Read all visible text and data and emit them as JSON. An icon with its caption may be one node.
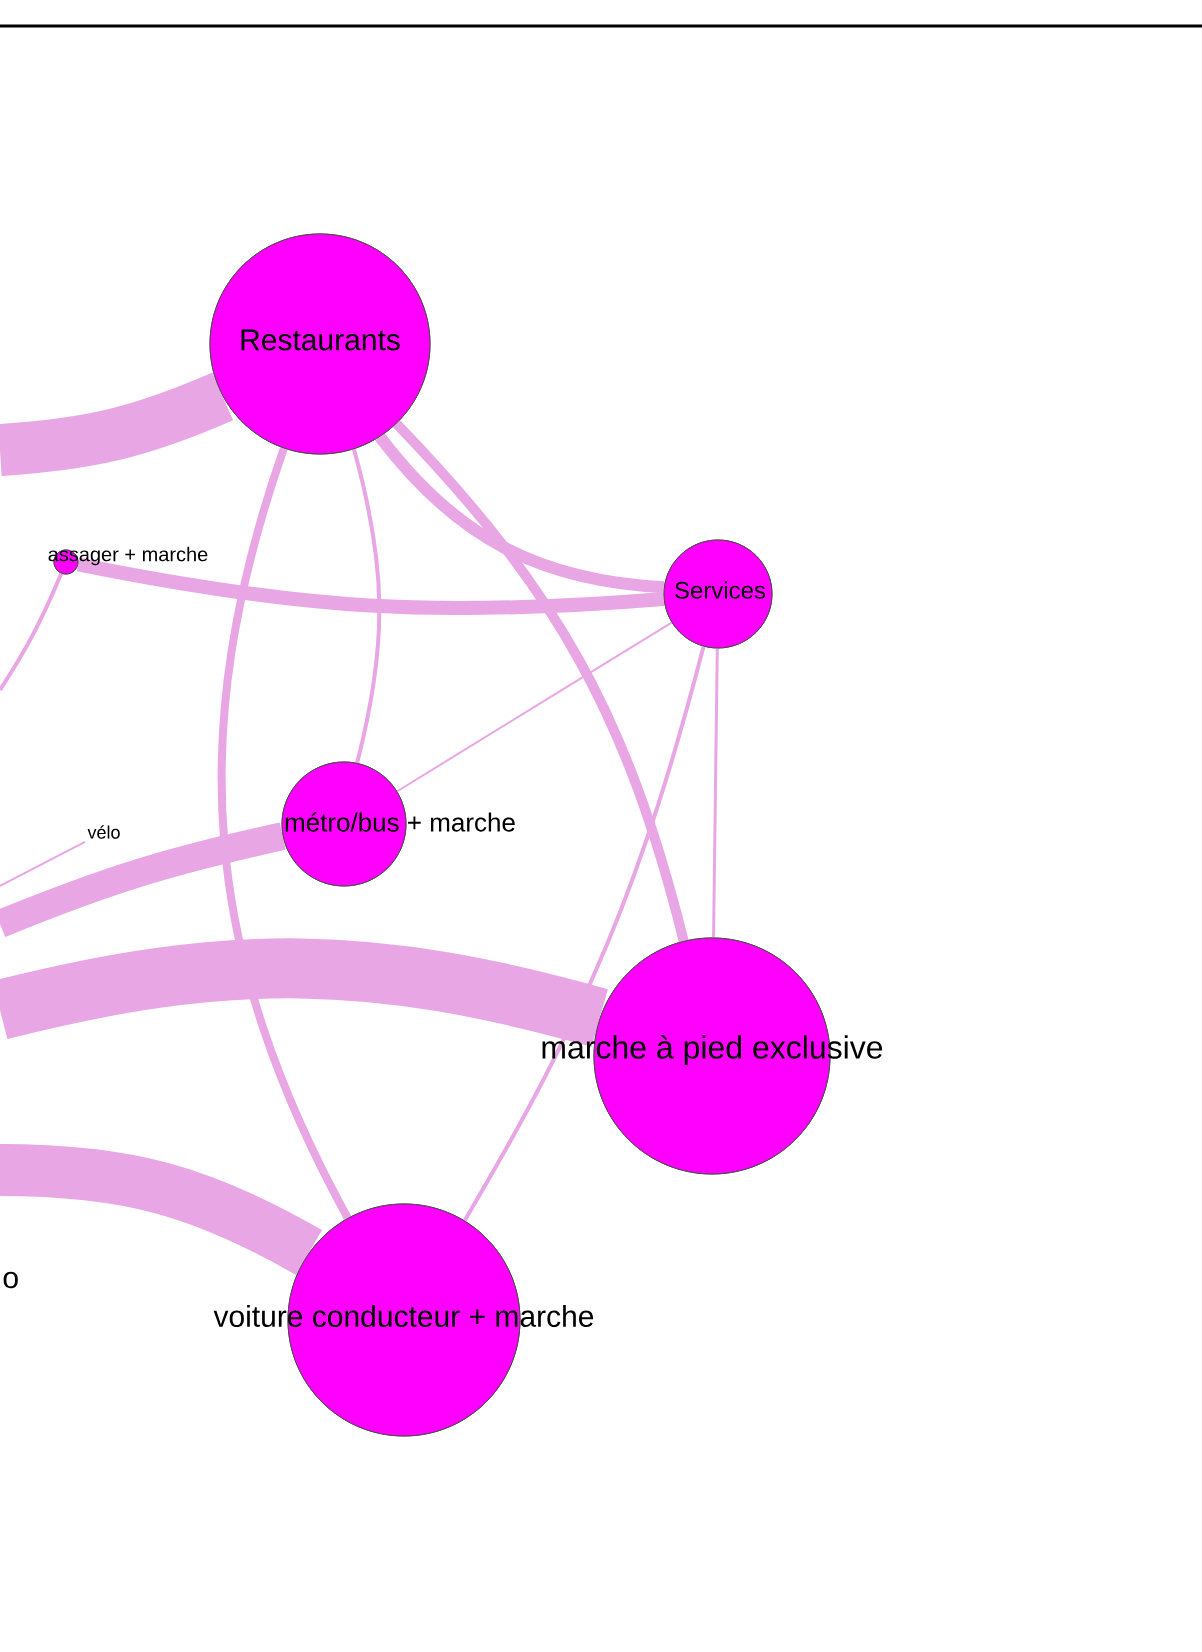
{
  "diagram": {
    "nodes": [
      {
        "text": [
          "Restaurants"
        ]
      },
      {
        "text": [
          "assager + marche"
        ]
      },
      {
        "text": [
          "Services"
        ]
      },
      {
        "text": [
          "vélo"
        ]
      },
      {
        "text": [
          "métro/bus + marche"
        ]
      },
      {
        "text": [
          "marche à pied exclusive"
        ]
      },
      {
        "text": [
          "voiture conducteur + marche"
        ]
      }
    ],
    "edges": [
      {
        "from": null,
        "to": 0,
        "arrow": "none",
        "style": "thick"
      },
      {
        "from": 0,
        "to": 2,
        "arrow": "none"
      },
      {
        "from": 1,
        "to": 2,
        "arrow": "none"
      },
      {
        "from": 0,
        "to": 4,
        "arrow": "none"
      },
      {
        "from": 0,
        "to": 5,
        "arrow": "none"
      },
      {
        "from": 0,
        "to": 6,
        "arrow": "none"
      },
      {
        "from": 2,
        "to": 4,
        "arrow": "none"
      },
      {
        "from": 2,
        "to": 5,
        "arrow": "none"
      },
      {
        "from": 2,
        "to": 6,
        "arrow": "none"
      },
      {
        "from": null,
        "to": 4,
        "arrow": "none",
        "style": "thick"
      },
      {
        "from": null,
        "to": 5,
        "arrow": "none",
        "style": "thick"
      },
      {
        "from": null,
        "to": 6,
        "arrow": "none",
        "style": "thick"
      },
      {
        "from": null,
        "to": 1,
        "arrow": "none"
      },
      {
        "from": null,
        "to": 3,
        "arrow": "none"
      }
    ],
    "labels": [
      "o"
    ]
  }
}
